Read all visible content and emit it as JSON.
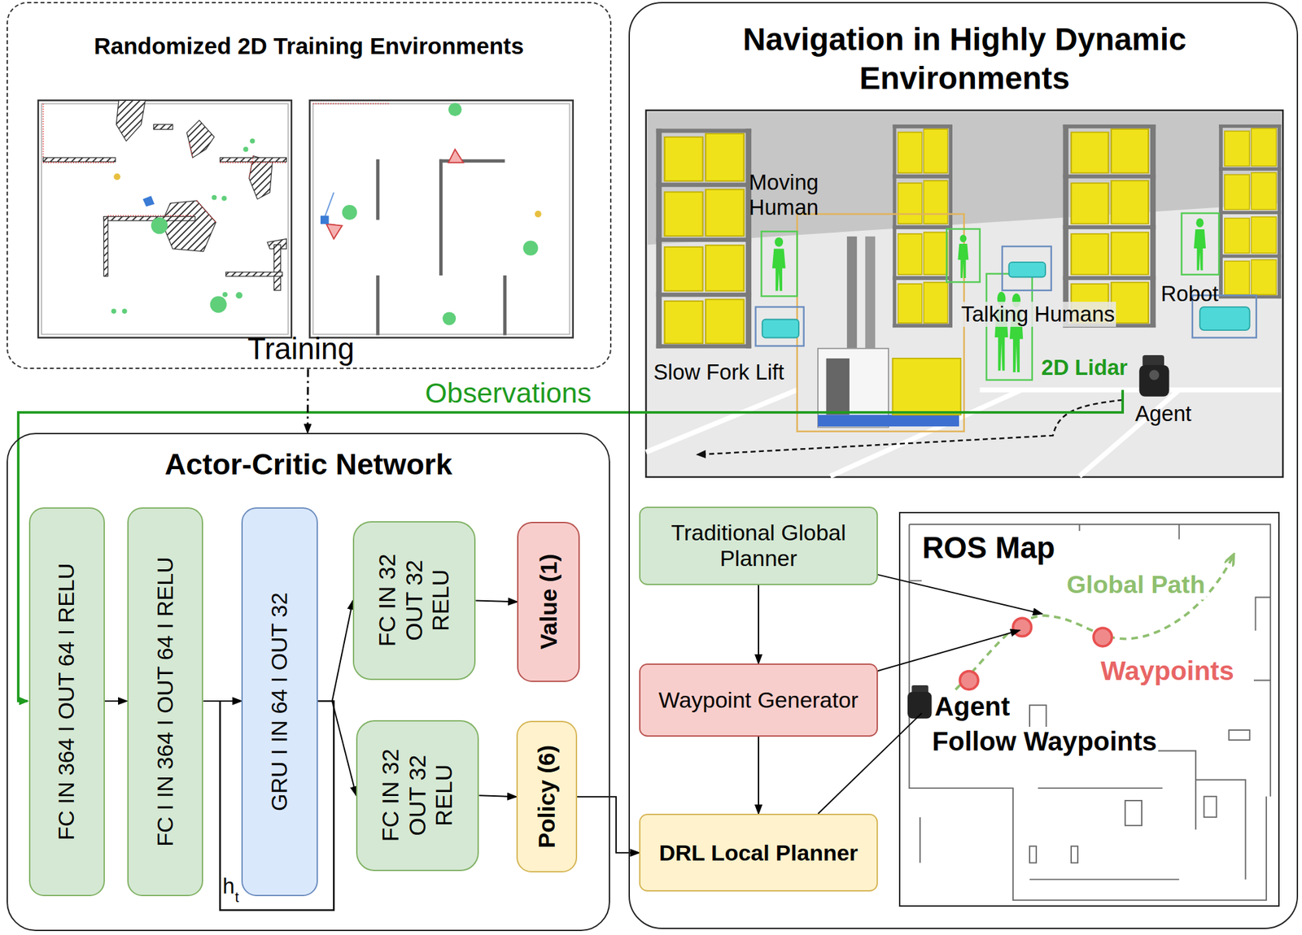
{
  "diagram": {
    "nodes": [
      {
        "text": [
          "Randomized 2D Training Environments"
        ]
      },
      {
        "text": [
          "Navigation in Highly Dynamic Environments"
        ]
      },
      {
        "text": [
          "Traditional Global Planner"
        ],
        "in": 1
      },
      {
        "text": [
          "Waypoint Generator"
        ],
        "in": 1
      },
      {
        "text": [
          "DRL Local Planner"
        ],
        "in": 1
      },
      {
        "text": [
          "ROS Map"
        ],
        "in": 1
      },
      {
        "text": [
          "Actor-Critic Network"
        ]
      },
      {
        "text": [
          "FC IN 364 I OUT 64 I RELU"
        ],
        "in": 6
      },
      {
        "text": [
          "FC I IN 364 I OUT 64 I RELU"
        ],
        "in": 6
      },
      {
        "text": [
          "GRU I IN 64 I OUT 32"
        ],
        "in": 6
      },
      {
        "text": [
          "FC IN 32 OUT 32 RELU"
        ],
        "in": 6
      },
      {
        "text": [
          "FC IN 32 OUT 32 RELU"
        ],
        "in": 6
      },
      {
        "text": [
          "Value (1)"
        ],
        "in": 6
      },
      {
        "text": [
          "Policy (6)"
        ],
        "in": 6
      }
    ],
    "edges": [
      {
        "from": 0,
        "to": 6,
        "arrow": "to"
      },
      {
        "from": 7,
        "to": 8,
        "arrow": "to"
      },
      {
        "from": 8,
        "to": 9,
        "arrow": "to"
      },
      {
        "from": 9,
        "to": 10,
        "arrow": "to"
      },
      {
        "from": 9,
        "to": 11,
        "arrow": "to"
      },
      {
        "from": 10,
        "to": 12,
        "arrow": "to"
      },
      {
        "from": 11,
        "to": 13,
        "arrow": "to"
      },
      {
        "from": 13,
        "to": 4,
        "arrow": "to"
      },
      {
        "from": 2,
        "to": 3,
        "arrow": "to"
      },
      {
        "from": 3,
        "to": 4,
        "arrow": "to"
      },
      {
        "from": 2,
        "to": 5,
        "arrow": "to"
      },
      {
        "from": 3,
        "to": 5,
        "arrow": "to"
      },
      {
        "from": 4,
        "to": 5,
        "arrow": "none"
      }
    ],
    "labels": [
      "Training",
      "Observations",
      "Moving Human",
      "Slow Fork Lift",
      "Talking Humans",
      "Robot",
      "2D Lidar",
      "Agent",
      "h",
      "t",
      "Global Path",
      "Waypoints",
      "Agent",
      "Follow Waypoints"
    ]
  }
}
